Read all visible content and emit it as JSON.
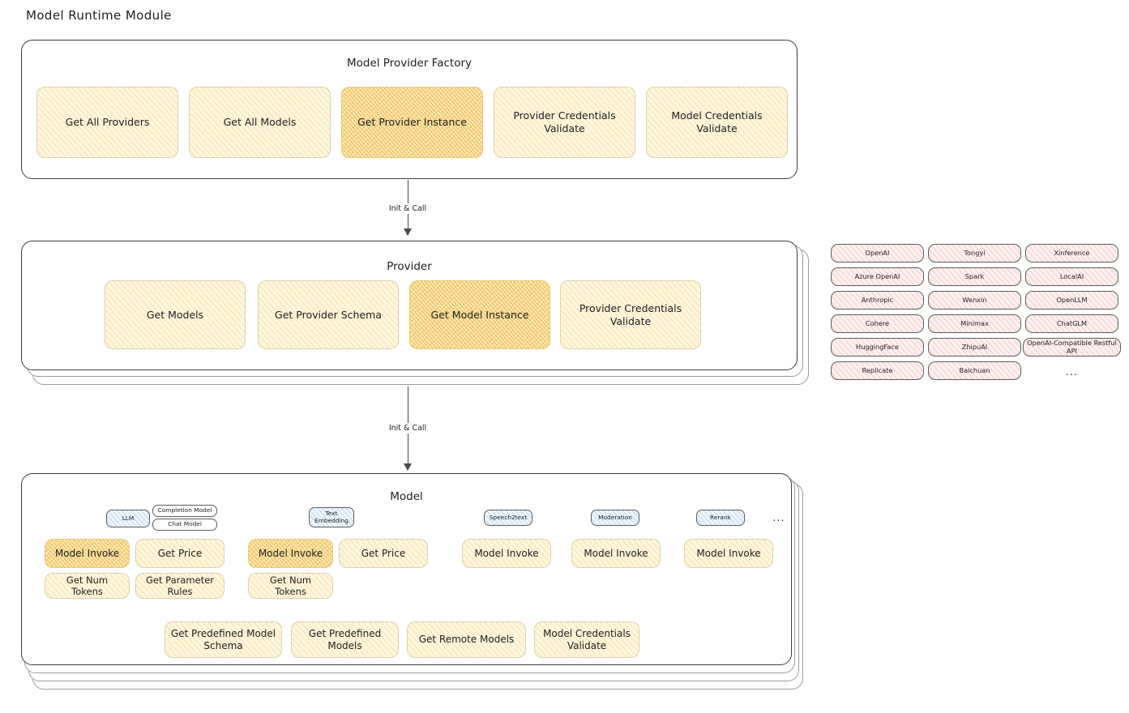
{
  "page": {
    "title": "Model Runtime Module"
  },
  "factory": {
    "title": "Model Provider Factory",
    "cards": [
      {
        "label": "Get All Providers",
        "highlight": false
      },
      {
        "label": "Get All Models",
        "highlight": false
      },
      {
        "label": "Get Provider Instance",
        "highlight": true
      },
      {
        "label": "Provider Credentials Validate",
        "highlight": false
      },
      {
        "label": "Model Credentials Validate",
        "highlight": false
      }
    ]
  },
  "arrows": [
    {
      "label": "Init & Call"
    },
    {
      "label": "Init & Call"
    }
  ],
  "provider": {
    "title": "Provider",
    "cards": [
      {
        "label": "Get Models",
        "highlight": false
      },
      {
        "label": "Get Provider Schema",
        "highlight": false
      },
      {
        "label": "Get Model Instance",
        "highlight": true
      },
      {
        "label": "Provider Credentials Validate",
        "highlight": false
      }
    ]
  },
  "provider_list": {
    "columns": [
      {
        "items": [
          "OpenAI",
          "Azure OpenAI",
          "Anthropic",
          "Cohere",
          "HuggingFace",
          "Replicate"
        ]
      },
      {
        "items": [
          "Tongyi",
          "Spark",
          "Wenxin",
          "Minimax",
          "ZhipuAI",
          "Baichuan"
        ]
      },
      {
        "items": [
          "Xinference",
          "LocalAI",
          "OpenLLM",
          "ChatGLM",
          "OpenAI-Compatible Restful API"
        ]
      }
    ],
    "more": "..."
  },
  "model": {
    "title": "Model",
    "more": "...",
    "types": [
      {
        "name": "LLM",
        "sub_badges": [
          "Completion Model",
          "Chat Model"
        ],
        "methods": [
          {
            "label": "Model Invoke",
            "highlight": true
          },
          {
            "label": "Get Price",
            "highlight": false
          },
          {
            "label": "Get Num Tokens",
            "highlight": false
          },
          {
            "label": "Get Parameter Rules",
            "highlight": false
          }
        ]
      },
      {
        "name": "Text Embedding",
        "sub_badges": [],
        "methods": [
          {
            "label": "Model Invoke",
            "highlight": true
          },
          {
            "label": "Get Price",
            "highlight": false
          },
          {
            "label": "Get Num Tokens",
            "highlight": false
          }
        ]
      },
      {
        "name": "Speech2text",
        "sub_badges": [],
        "methods": [
          {
            "label": "Model Invoke",
            "highlight": false
          }
        ]
      },
      {
        "name": "Moderation",
        "sub_badges": [],
        "methods": [
          {
            "label": "Model Invoke",
            "highlight": false
          }
        ]
      },
      {
        "name": "Rerank",
        "sub_badges": [],
        "methods": [
          {
            "label": "Model Invoke",
            "highlight": false
          }
        ]
      }
    ],
    "common_methods": [
      "Get Predefined Model Schema",
      "Get Predefined Models",
      "Get Remote Models",
      "Model Credentials Validate"
    ]
  },
  "colors": {
    "ink": "#1e1e1e",
    "yellow_fill": "#fdf6e0",
    "orange_fill": "#fbeac2",
    "pink_fill": "#fdf0f0",
    "blue_fill": "#eef5fb"
  }
}
